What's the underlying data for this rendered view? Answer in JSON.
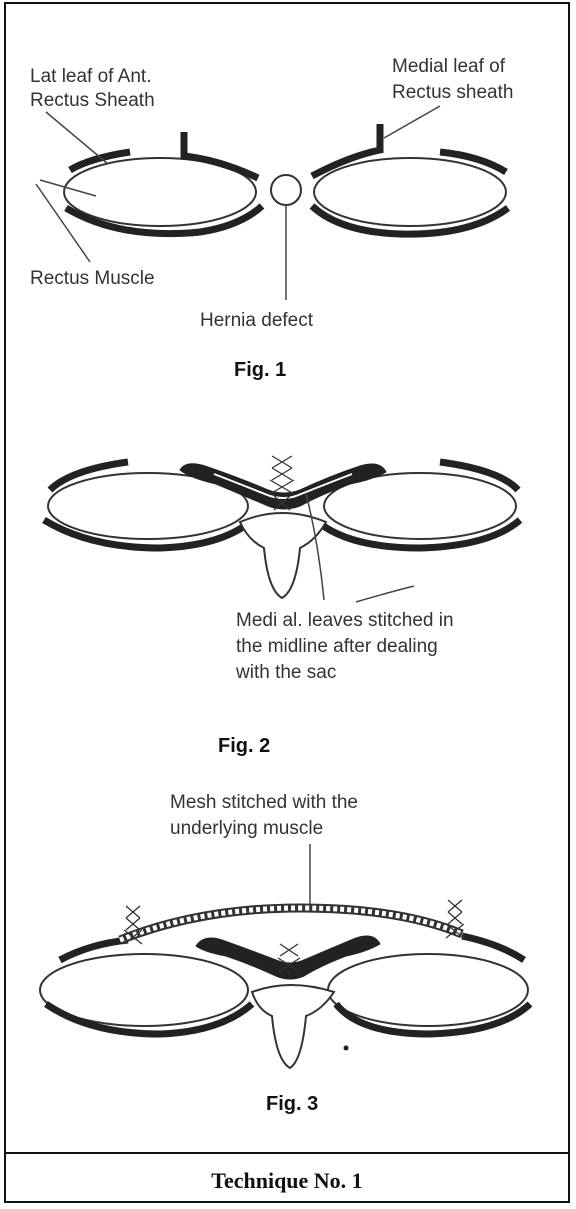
{
  "fig1": {
    "label_lat_leaf": "Lat leaf of Ant.",
    "label_lat_leaf_2": "Rectus Sheath",
    "label_medial_leaf": "Medial leaf of",
    "label_medial_leaf_2": "Rectus sheath",
    "label_rectus_muscle": "Rectus Muscle",
    "label_hernia_defect": "Hernia defect",
    "title": "Fig. 1"
  },
  "fig2": {
    "note_line1": "Medi al. leaves stitched in",
    "note_line2": "the midline after dealing",
    "note_line3": "with the sac",
    "title": "Fig. 2"
  },
  "fig3": {
    "note_line1": "Mesh stitched with the",
    "note_line2": "underlying muscle",
    "title": "Fig. 3"
  },
  "caption": "Technique No. 1"
}
